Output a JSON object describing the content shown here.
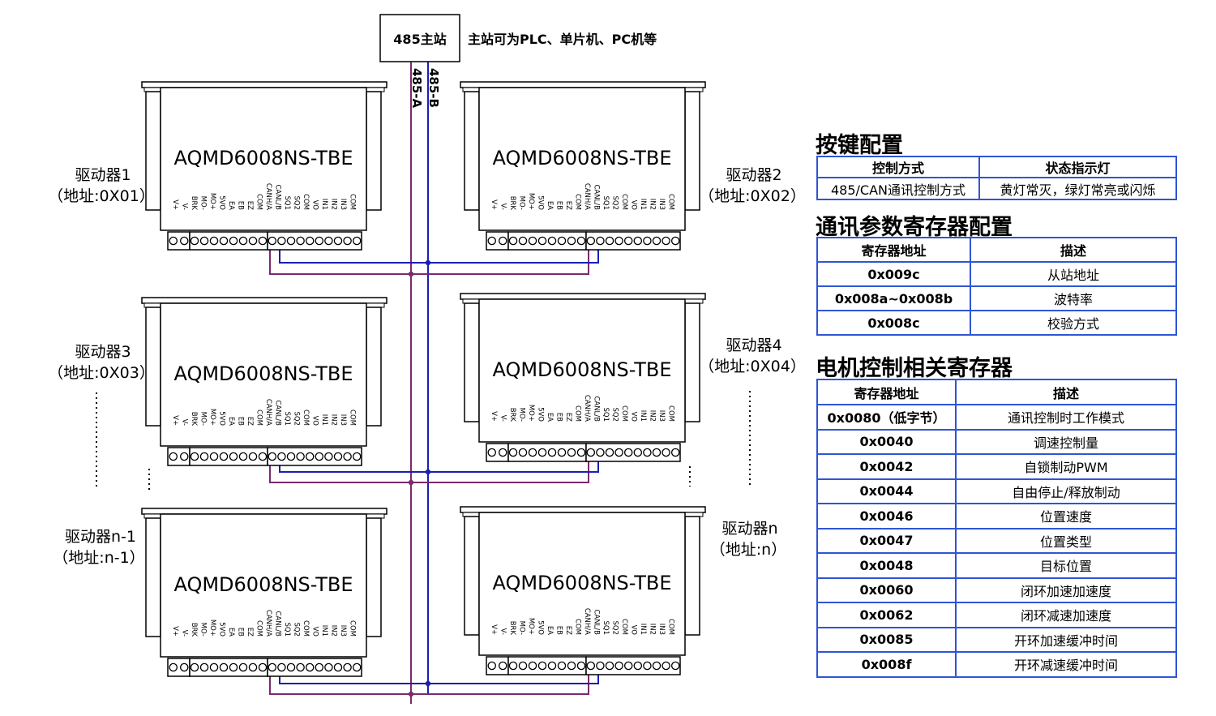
{
  "master": {
    "label": "485主站",
    "note": "主站可为PLC、单片机、PC机等",
    "line_a": "485-A",
    "line_b": "485-B"
  },
  "colors": {
    "line_a": "#7a2a6e",
    "line_b": "#1a1fb0",
    "table_border": "#2f55d4"
  },
  "drivers": [
    {
      "model": "AQMD6008NS-TBE",
      "name": "驱动器1",
      "addr": "（地址:0X01）"
    },
    {
      "model": "AQMD6008NS-TBE",
      "name": "驱动器2",
      "addr": "（地址:0X02）"
    },
    {
      "model": "AQMD6008NS-TBE",
      "name": "驱动器3",
      "addr": "（地址:0X03）"
    },
    {
      "model": "AQMD6008NS-TBE",
      "name": "驱动器4",
      "addr": "（地址:0X04）"
    },
    {
      "model": "AQMD6008NS-TBE",
      "name": "驱动器n-1",
      "addr": "（地址:n-1）"
    },
    {
      "model": "AQMD6008NS-TBE",
      "name": "驱动器n",
      "addr": "（地址:n）"
    }
  ],
  "pins": [
    "V+",
    "V-",
    "BRK",
    "MO-",
    "MO+",
    "5VO",
    "EA",
    "EB",
    "EZ",
    "COM",
    "CANH/A",
    "CANL/B",
    "SQ1",
    "SQ2",
    "COM",
    "VO",
    "IN1",
    "IN2",
    "IN3",
    "COM"
  ],
  "key_config": {
    "title": "按键配置",
    "headers": [
      "控制方式",
      "状态指示灯"
    ],
    "rows": [
      [
        "485/CAN通讯控制方式",
        "黄灯常灭，绿灯常亮或闪烁"
      ]
    ]
  },
  "comm_params": {
    "title": "通讯参数寄存器配置",
    "headers": [
      "寄存器地址",
      "描述"
    ],
    "rows": [
      [
        "0x009c",
        "从站地址"
      ],
      [
        "0x008a~0x008b",
        "波特率"
      ],
      [
        "0x008c",
        "校验方式"
      ]
    ]
  },
  "motor_regs": {
    "title": "电机控制相关寄存器",
    "headers": [
      "寄存器地址",
      "描述"
    ],
    "rows": [
      [
        "0x0080（低字节）",
        "通讯控制时工作模式"
      ],
      [
        "0x0040",
        "调速控制量"
      ],
      [
        "0x0042",
        "自锁制动PWM"
      ],
      [
        "0x0044",
        "自由停止/释放制动"
      ],
      [
        "0x0046",
        "位置速度"
      ],
      [
        "0x0047",
        "位置类型"
      ],
      [
        "0x0048",
        "目标位置"
      ],
      [
        "0x0060",
        "闭环加速加速度"
      ],
      [
        "0x0062",
        "闭环减速加速度"
      ],
      [
        "0x0085",
        "开环加速缓冲时间"
      ],
      [
        "0x008f",
        "开环减速缓冲时间"
      ]
    ]
  }
}
